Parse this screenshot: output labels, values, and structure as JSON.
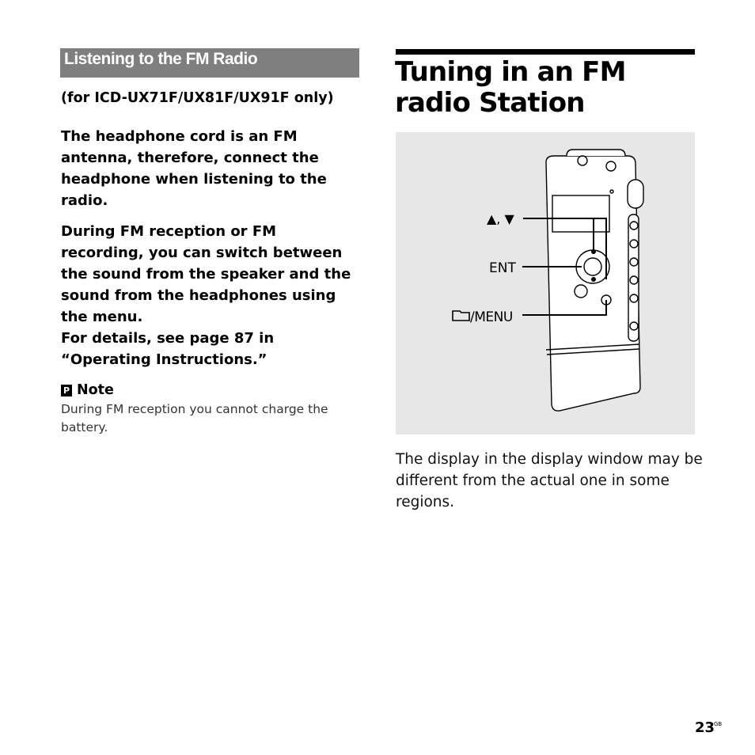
{
  "section_tab": "Listening to the FM Radio",
  "left": {
    "subhead": "(for ICD-UX71F/UX81F/UX91F only)",
    "para1": "The headphone cord is an FM antenna, therefore, connect the headphone when listening to the radio.",
    "para2": "During FM reception or FM recording, you can switch between the sound from the speaker and the sound from the headphones using the menu.",
    "para3": "For details, see page 87 in “Operating Instructions.”",
    "note_icon": "P",
    "note_title": "Note",
    "note_text": "During FM reception you cannot charge the battery."
  },
  "right": {
    "title": "Tuning in an FM radio Station",
    "figure_labels": {
      "updown": "▲, ▼",
      "ent": "ENT",
      "menu": "/MENU"
    },
    "caption": "The display in the display window may be different from the actual one in some regions."
  },
  "footer": {
    "page_number": "23",
    "page_suffix": "GB"
  }
}
